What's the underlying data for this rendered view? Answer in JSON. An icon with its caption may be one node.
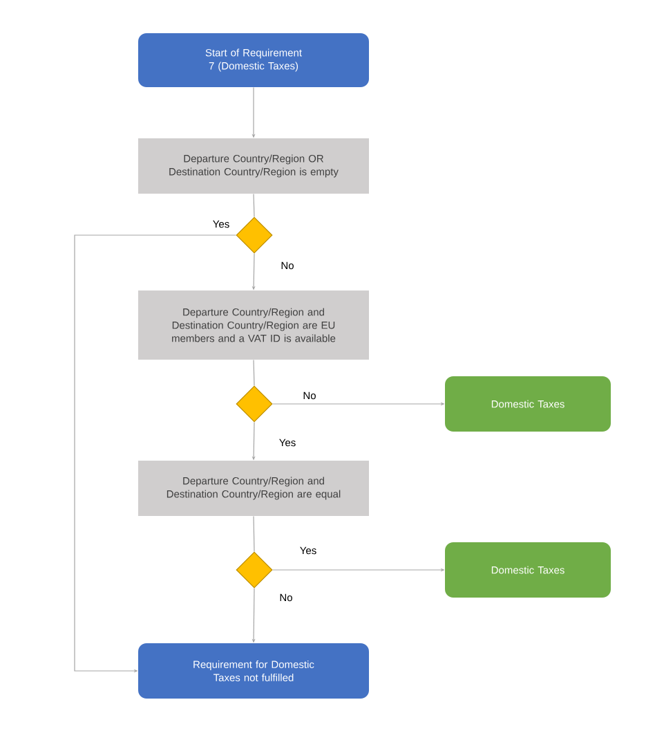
{
  "diagram": {
    "nodes": [
      {
        "text": [
          "Start of Requirement 7 (Domestic Taxes)"
        ]
      },
      {
        "text": [
          "Departure Country/Region OR Destination Country/Region is empty"
        ]
      },
      {
        "text": [],
        "shape": "diamond"
      },
      {
        "text": [
          "Departure Country/Region and Destination Country/Region are EU members and a VAT ID is available"
        ]
      },
      {
        "text": [],
        "shape": "diamond"
      },
      {
        "text": [
          "Domestic Taxes"
        ]
      },
      {
        "text": [
          "Departure Country/Region and Destination Country/Region are equal"
        ]
      },
      {
        "text": [],
        "shape": "diamond"
      },
      {
        "text": [
          "Domestic Taxes"
        ]
      },
      {
        "text": [
          "Requirement for Domestic Taxes not fulfilled"
        ]
      }
    ],
    "edges": [
      {
        "from": 0,
        "to": 1,
        "arrow": "to"
      },
      {
        "from": 1,
        "to": 2,
        "arrow": "none"
      },
      {
        "from": 2,
        "to": 3,
        "arrow": "to",
        "label": "No"
      },
      {
        "from": 2,
        "to": 9,
        "arrow": "to",
        "label": "Yes"
      },
      {
        "from": 3,
        "to": 4,
        "arrow": "none"
      },
      {
        "from": 4,
        "to": 5,
        "arrow": "to",
        "label": "No"
      },
      {
        "from": 4,
        "to": 6,
        "arrow": "to",
        "label": "Yes"
      },
      {
        "from": 6,
        "to": 7,
        "arrow": "none"
      },
      {
        "from": 7,
        "to": 8,
        "arrow": "to",
        "label": "Yes"
      },
      {
        "from": 7,
        "to": 9,
        "arrow": "to",
        "label": "No"
      }
    ]
  }
}
